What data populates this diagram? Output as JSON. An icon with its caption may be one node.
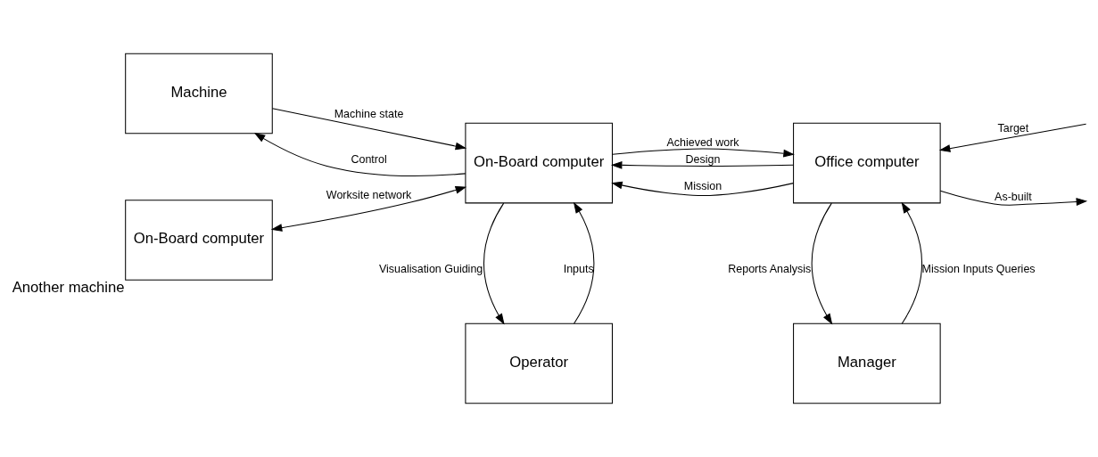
{
  "diagram": {
    "nodes": [
      {
        "text": [
          "Machine"
        ]
      },
      {
        "text": [
          "On-Board computer"
        ]
      },
      {
        "text": [
          "Office computer"
        ]
      },
      {
        "text": [
          "On-Board computer"
        ],
        "beside": [
          "Another machine"
        ]
      },
      {
        "text": [
          "Operator"
        ]
      },
      {
        "text": [
          "Manager"
        ]
      }
    ],
    "edges": [
      {
        "from": 1,
        "to": 0,
        "arrow": "to",
        "label": "Control"
      },
      {
        "from": 0,
        "to": 1,
        "arrow": "to",
        "label": "Machine state"
      },
      {
        "from": 2,
        "to": 1,
        "arrow": "to",
        "label": "Design"
      },
      {
        "from": 2,
        "to": 1,
        "arrow": "to",
        "label": "Mission"
      },
      {
        "from": 1,
        "to": 2,
        "arrow": "to",
        "label": "Achieved work"
      },
      {
        "from": null,
        "to": 2,
        "arrow": "to",
        "label": "Target"
      },
      {
        "from": 2,
        "to": null,
        "arrow": "to",
        "label": "As-built"
      },
      {
        "from": 1,
        "to": 3,
        "arrow": "both",
        "label": "Worksite network"
      },
      {
        "from": 4,
        "to": 1,
        "arrow": "to",
        "label": "Inputs"
      },
      {
        "from": 1,
        "to": 4,
        "arrow": "to",
        "label": "Visualisation Guiding"
      },
      {
        "from": 5,
        "to": 2,
        "arrow": "to",
        "label": "Mission Inputs Queries"
      },
      {
        "from": 2,
        "to": 5,
        "arrow": "to",
        "label": "Reports Analysis"
      }
    ]
  }
}
